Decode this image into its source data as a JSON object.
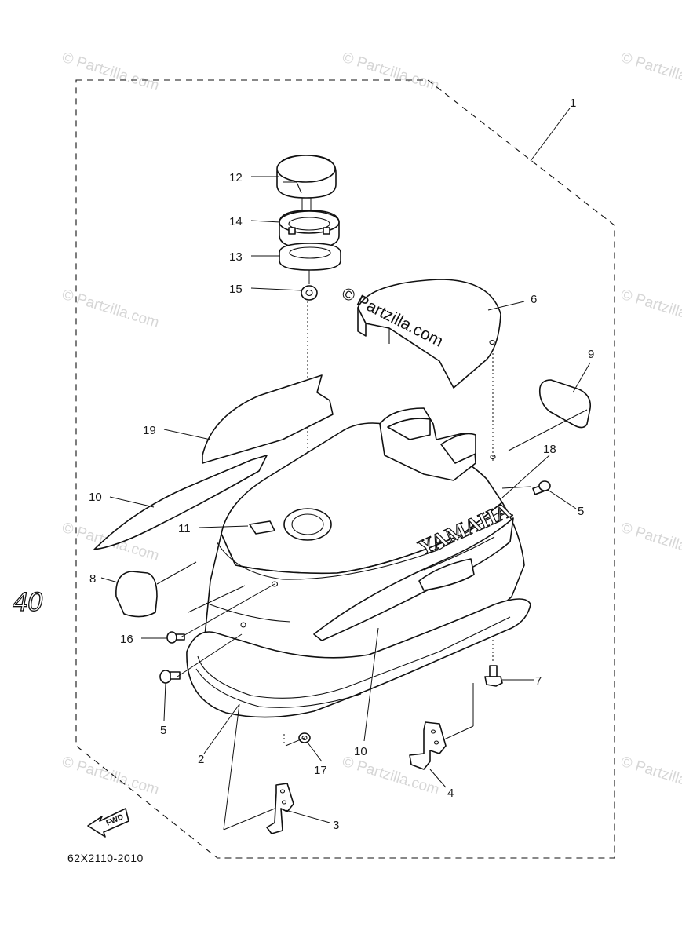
{
  "diagram": {
    "part_code": "62X2110-2010",
    "fwd_label": "FWD",
    "brand_text": "YAMAHA",
    "badge_text": "40",
    "watermark_center": "© Partzilla.com",
    "watermark_tile": "© Partzilla.com"
  },
  "callouts": [
    {
      "id": "1",
      "label": "1"
    },
    {
      "id": "2",
      "label": "2"
    },
    {
      "id": "3",
      "label": "3"
    },
    {
      "id": "4",
      "label": "4"
    },
    {
      "id": "5a",
      "label": "5"
    },
    {
      "id": "5b",
      "label": "5"
    },
    {
      "id": "6",
      "label": "6"
    },
    {
      "id": "7",
      "label": "7"
    },
    {
      "id": "8",
      "label": "8"
    },
    {
      "id": "9",
      "label": "9"
    },
    {
      "id": "10a",
      "label": "10"
    },
    {
      "id": "10b",
      "label": "10"
    },
    {
      "id": "11",
      "label": "11"
    },
    {
      "id": "12",
      "label": "12"
    },
    {
      "id": "13",
      "label": "13"
    },
    {
      "id": "14",
      "label": "14"
    },
    {
      "id": "15",
      "label": "15"
    },
    {
      "id": "16",
      "label": "16"
    },
    {
      "id": "17",
      "label": "17"
    },
    {
      "id": "18",
      "label": "18"
    },
    {
      "id": "19",
      "label": "19"
    }
  ]
}
